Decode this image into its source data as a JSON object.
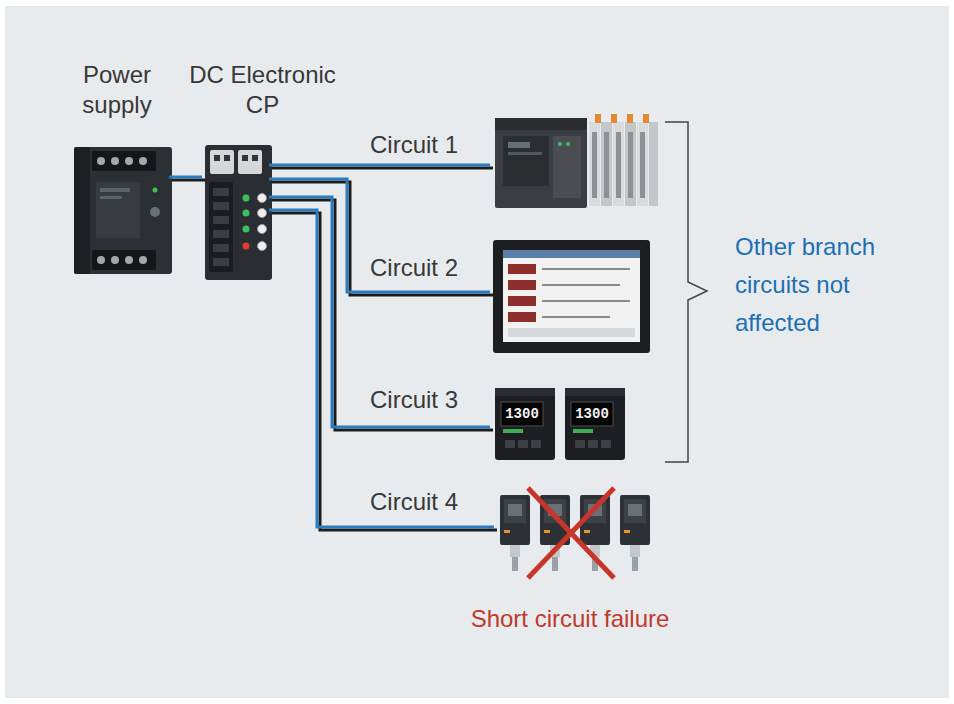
{
  "diagram": {
    "nodes": [
      {
        "text": [
          "Power supply"
        ]
      },
      {
        "text": [
          "DC Electronic CP"
        ]
      },
      {
        "text": [
          "Circuit 1"
        ]
      },
      {
        "text": [
          "Circuit 2"
        ]
      },
      {
        "text": [
          "Circuit 3",
          "1300",
          "1300"
        ]
      },
      {
        "text": [
          "Circuit 4"
        ]
      }
    ],
    "edges": [
      {
        "from": 0,
        "to": 1,
        "arrow": "none"
      },
      {
        "from": 1,
        "to": 2,
        "arrow": "none"
      },
      {
        "from": 1,
        "to": 3,
        "arrow": "none"
      },
      {
        "from": 1,
        "to": 4,
        "arrow": "none"
      },
      {
        "from": 1,
        "to": 5,
        "arrow": "none"
      }
    ],
    "labels": [
      "Other branch circuits not affected",
      "Short circuit failure"
    ]
  }
}
